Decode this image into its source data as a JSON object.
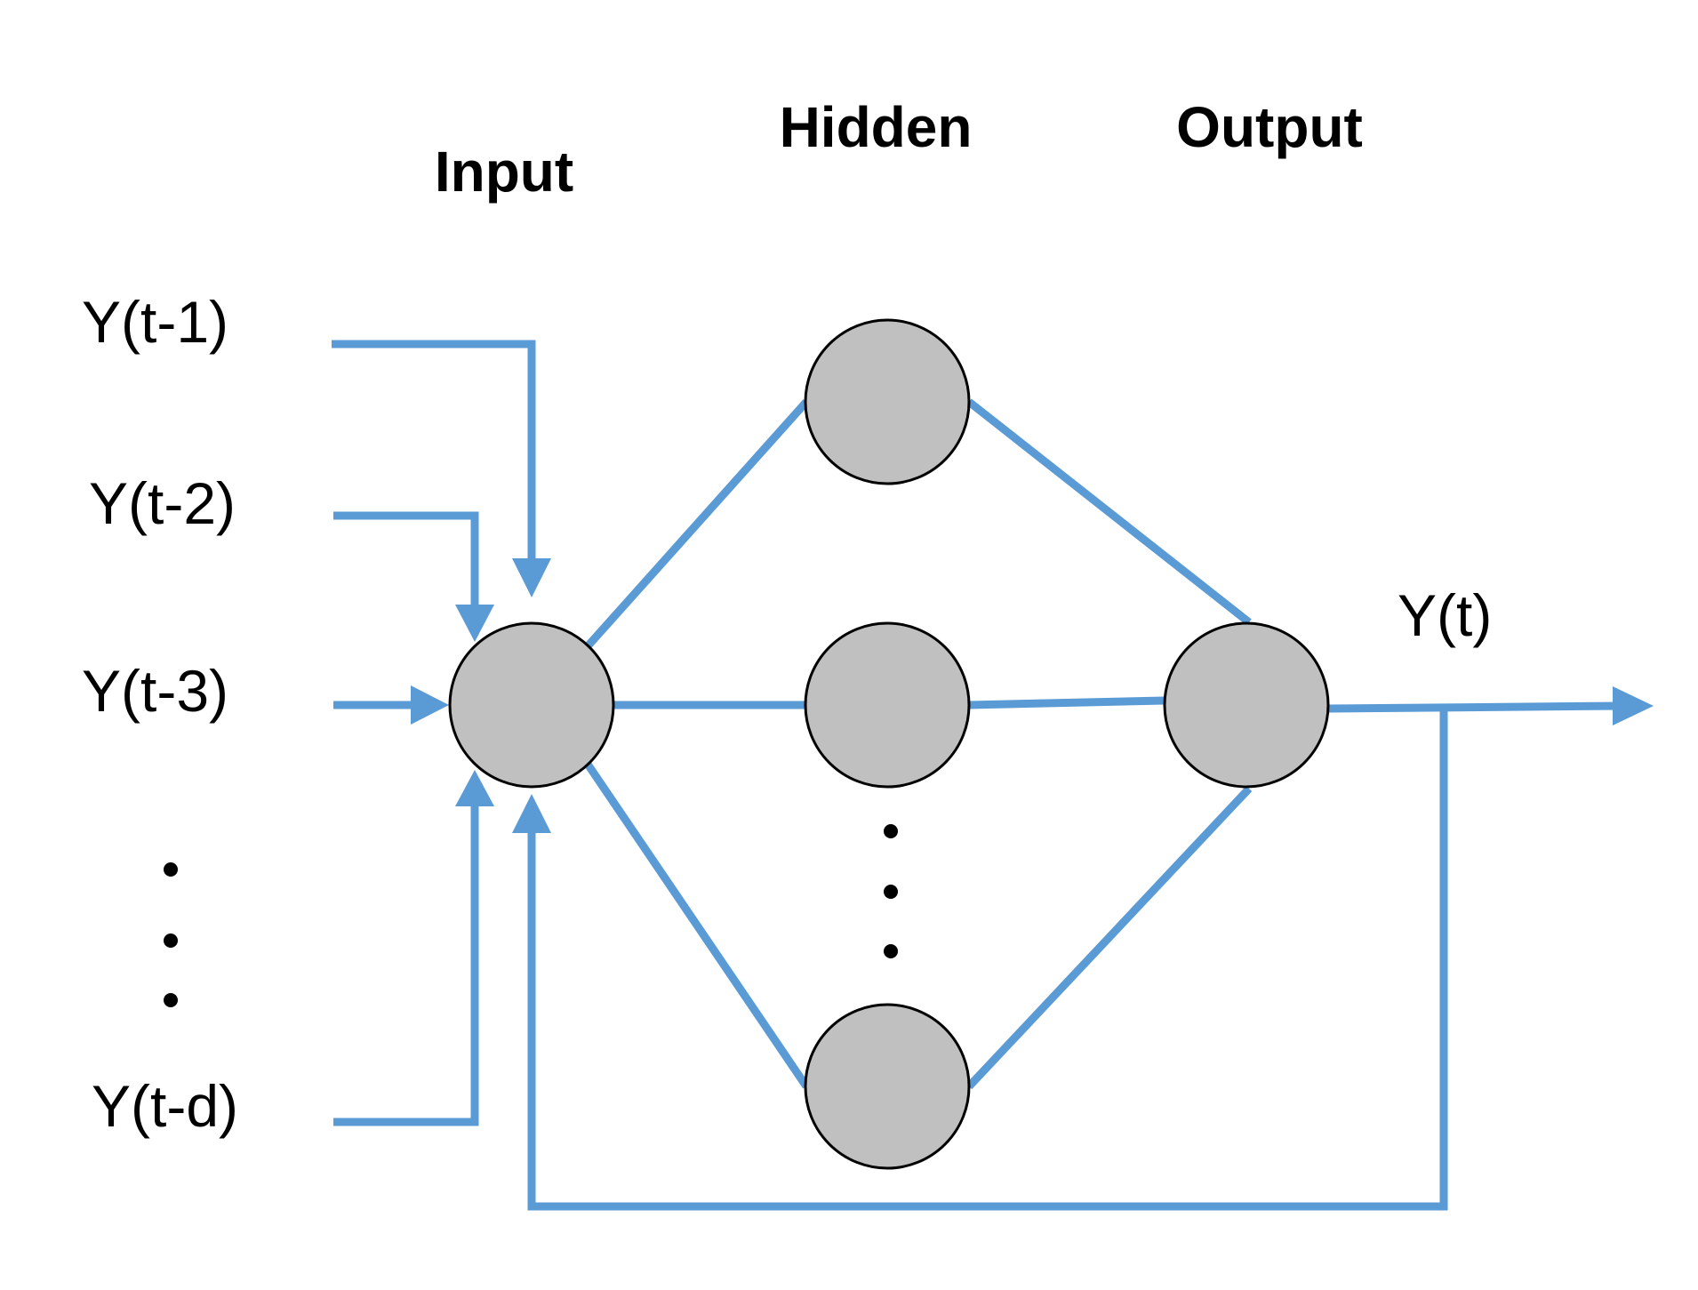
{
  "layers": {
    "input_label": "Input",
    "hidden_label": "Hidden",
    "output_label": "Output"
  },
  "inputs": {
    "y_t_minus_1": "Y(t-1)",
    "y_t_minus_2": "Y(t-2)",
    "y_t_minus_3": "Y(t-3)",
    "y_t_minus_d": "Y(t-d)"
  },
  "output": {
    "label": "Y(t)"
  },
  "colors": {
    "connection": "#5b9bd5",
    "node_fill": "#c0c0c0",
    "node_stroke": "#000000"
  }
}
